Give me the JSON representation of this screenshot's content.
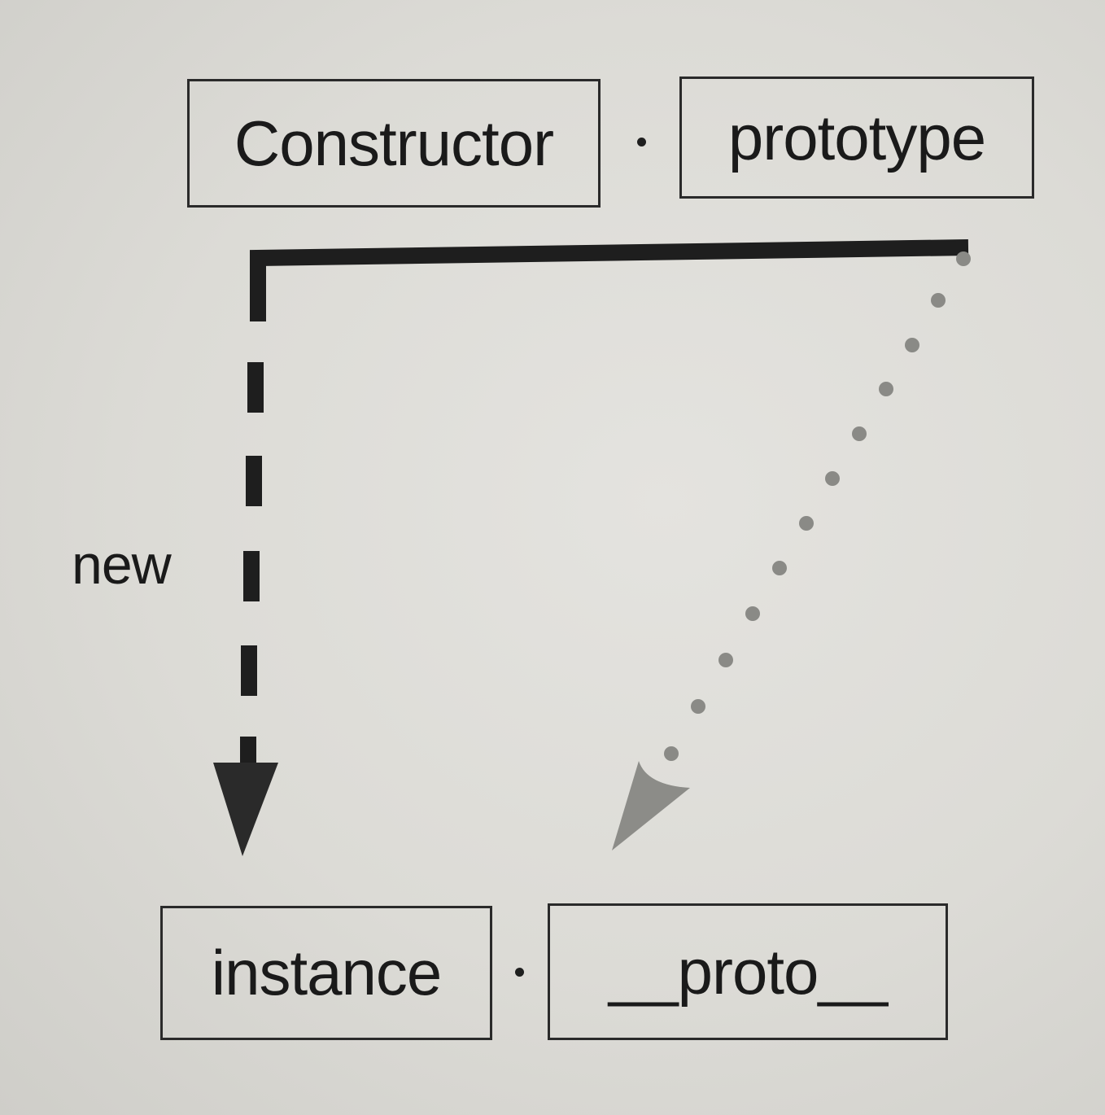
{
  "top": {
    "left_box": "Constructor",
    "right_box": "prototype"
  },
  "bottom": {
    "left_box": "instance",
    "right_box": "__proto__"
  },
  "edge_label": "new",
  "colors": {
    "solid_line": "#1e1e1e",
    "dotted_arrow": "#8a8a86",
    "box_border": "#2a2a2a"
  }
}
